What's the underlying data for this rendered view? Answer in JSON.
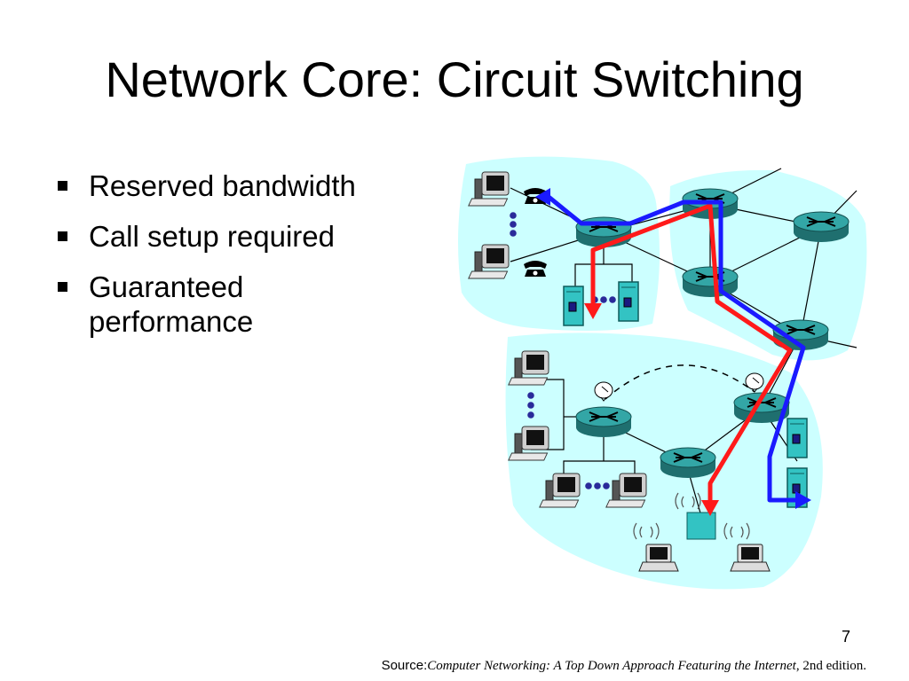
{
  "slide": {
    "title": "Network Core: Circuit Switching",
    "bullets": [
      "Reserved bandwidth",
      "Call setup required",
      "Guaranteed",
      "performance"
    ],
    "page_number": "7",
    "source": {
      "label": "Source:",
      "book_title": "Computer Networking: A Top Down Approach Featuring the Internet",
      "edition": ", 2nd edition."
    }
  },
  "diagram": {
    "colors": {
      "cloud": "#ccffff",
      "router": "#33a6a6",
      "router_dark": "#1f6f6f",
      "server": "#33c3c3",
      "red_path": "#ff1a1a",
      "blue_path": "#1a1aff"
    }
  }
}
